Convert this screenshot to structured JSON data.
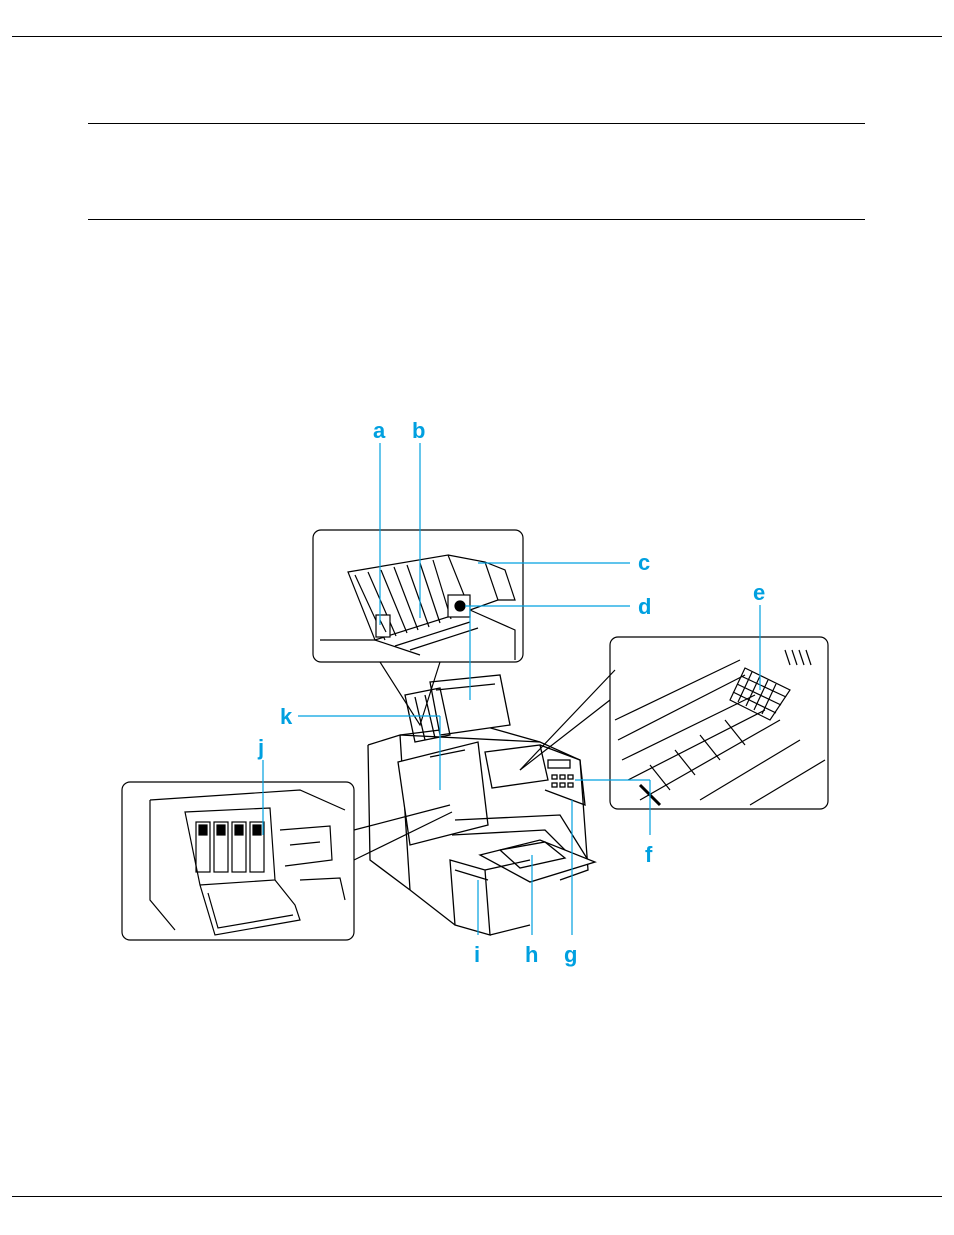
{
  "figure": {
    "callout_color": "#00a0e0",
    "callouts": {
      "a": "a",
      "b": "b",
      "c": "c",
      "d": "d",
      "e": "e",
      "f": "f",
      "g": "g",
      "h": "h",
      "i": "i",
      "j": "j",
      "k": "k"
    }
  }
}
